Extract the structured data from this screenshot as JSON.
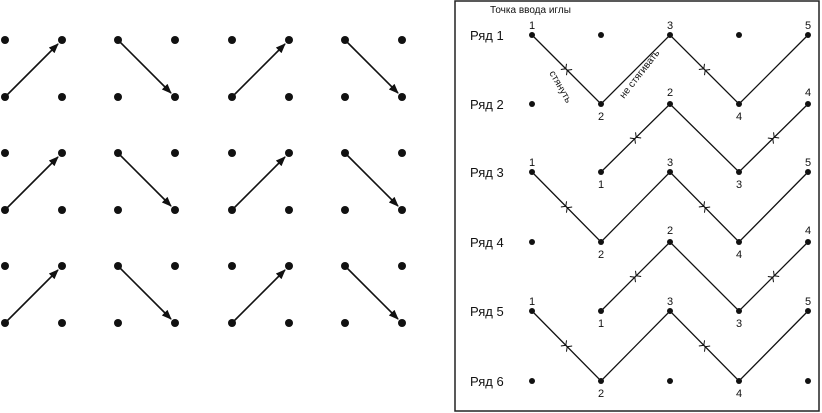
{
  "left_panel": {
    "rows": 6,
    "columns": 8,
    "arrow_directions": [
      "up-right",
      "down-right",
      "up-right",
      "down-right"
    ]
  },
  "right_panel": {
    "needle_entry_label": "Точка ввода иглы",
    "row_labels": [
      "Ряд 1",
      "Ряд 2",
      "Ряд 3",
      "Ряд 4",
      "Ряд 5",
      "Ряд 6"
    ],
    "pull_label": "стянуть",
    "no_pull_label": "не стягивать",
    "zigzag_a_numbers": [
      "1",
      "2",
      "3",
      "4",
      "5"
    ],
    "zigzag_b_numbers": [
      "1",
      "2",
      "3",
      "4"
    ]
  }
}
